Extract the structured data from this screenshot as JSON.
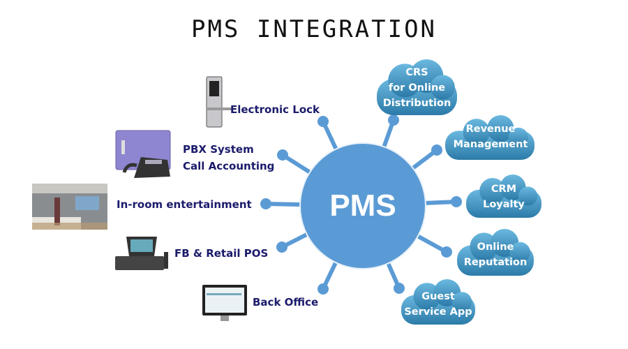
{
  "title": "PMS INTEGRATION",
  "center": {
    "label": "PMS"
  },
  "left_items": [
    {
      "label": "Electronic Lock",
      "icon": "door-lock-icon"
    },
    {
      "label_line1": "PBX System",
      "label_line2": "Call Accounting",
      "icon": "pbx-phone-icon"
    },
    {
      "label": "In-room entertainment",
      "icon": "hotel-room-icon"
    },
    {
      "label": "FB & Retail POS",
      "icon": "pos-terminal-icon"
    },
    {
      "label": "Back Office",
      "icon": "computer-monitor-icon"
    }
  ],
  "clouds": [
    {
      "line1": "CRS",
      "line2": "for Online",
      "line3": "Distribution"
    },
    {
      "line1": "Revenue",
      "line2": "Management"
    },
    {
      "line1": "CRM",
      "line2": "Loyalty"
    },
    {
      "line1": "Online",
      "line2": "Reputation"
    },
    {
      "line1": "Guest",
      "line2": "Service App"
    }
  ],
  "colors": {
    "hub": "#5b9bd5",
    "text": "#1b1b6b",
    "cloud_top": "#6bb9e0",
    "cloud_bottom": "#2c7aa8"
  }
}
